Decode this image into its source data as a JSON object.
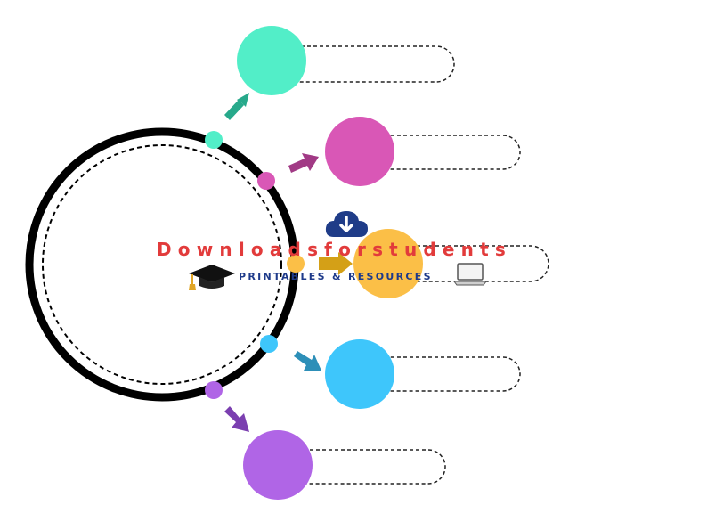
{
  "diagram": {
    "type": "radial-connector",
    "palette": {
      "ring": "#000000",
      "arrow_1": "#27a98b",
      "arrow_2": "#a13a85",
      "arrow_3": "#d4a017",
      "arrow_4": "#2d8fb8",
      "arrow_5": "#7b3fb0"
    },
    "items": [
      {
        "color": "#52eec8",
        "dot_color": "#52eec8",
        "text": ""
      },
      {
        "color": "#d957b6",
        "dot_color": "#d957b6",
        "text": ""
      },
      {
        "color": "#fbbf47",
        "dot_color": "#fbbf47",
        "text": ""
      },
      {
        "color": "#3ec6fb",
        "dot_color": "#3ec6fb",
        "text": ""
      },
      {
        "color": "#b065e6",
        "dot_color": "#b065e6",
        "text": ""
      }
    ]
  },
  "watermark": {
    "title": "Downloadsforstudents",
    "subtitle": "PRINTABLES & RESOURCES",
    "title_color": "#e23b3b",
    "subtitle_color": "#1e3a8a",
    "icons": [
      "cloud-download-icon",
      "graduation-cap-icon",
      "laptop-icon"
    ]
  }
}
